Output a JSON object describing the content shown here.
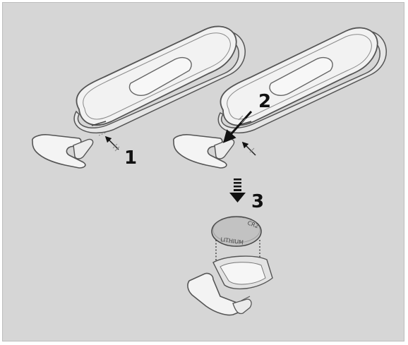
{
  "diagram": {
    "steps": [
      {
        "label": "1"
      },
      {
        "label": "2"
      },
      {
        "label": "3"
      }
    ],
    "battery_markings": {
      "top": "CR2",
      "bottom": "LITHIUM"
    },
    "colors": {
      "background": "#d6d6d6",
      "remote_body": "#f1f1f1",
      "outline": "#555555",
      "battery": "#bdbdbd",
      "arrow": "#111111"
    }
  }
}
